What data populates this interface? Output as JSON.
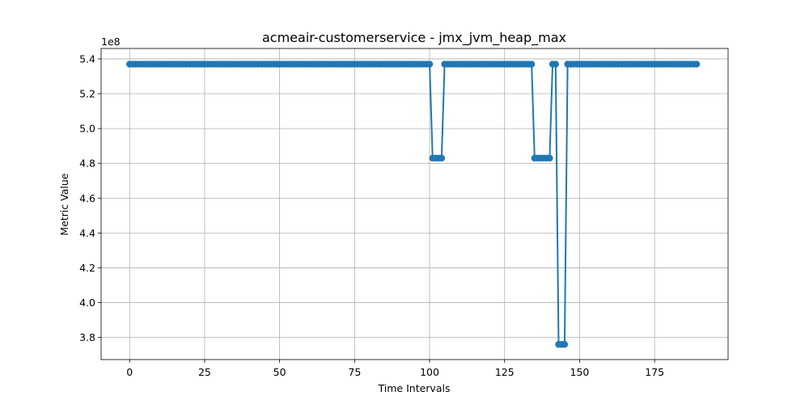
{
  "chart_data": {
    "type": "line",
    "title": "acmeair-customerservice - jmx_jvm_heap_max",
    "xlabel": "Time Intervals",
    "ylabel": "Metric Value",
    "y_offset_text": "1e8",
    "y_multiplier": 100000000,
    "xlim": [
      -9.5,
      199.5
    ],
    "ylim": [
      3.673,
      5.46
    ],
    "xticks": [
      0,
      25,
      50,
      75,
      100,
      125,
      150,
      175
    ],
    "yticks": [
      3.8,
      4.0,
      4.2,
      4.4,
      4.6,
      4.8,
      5.0,
      5.2,
      5.4
    ],
    "ytick_labels": [
      "3.8",
      "4.0",
      "4.2",
      "4.4",
      "4.6",
      "4.8",
      "5.0",
      "5.2",
      "5.4"
    ],
    "grid": true,
    "marker": "circle",
    "color": "#1f77b4",
    "series": [
      {
        "runs": [
          {
            "from": 0,
            "to": 100,
            "value": 5.37
          },
          {
            "from": 101,
            "to": 104,
            "value": 4.83
          },
          {
            "from": 105,
            "to": 134,
            "value": 5.37
          },
          {
            "from": 135,
            "to": 140,
            "value": 4.83
          },
          {
            "from": 141,
            "to": 142,
            "value": 5.37
          },
          {
            "from": 143,
            "to": 145,
            "value": 3.76
          },
          {
            "from": 146,
            "to": 189,
            "value": 5.37
          }
        ]
      }
    ]
  }
}
